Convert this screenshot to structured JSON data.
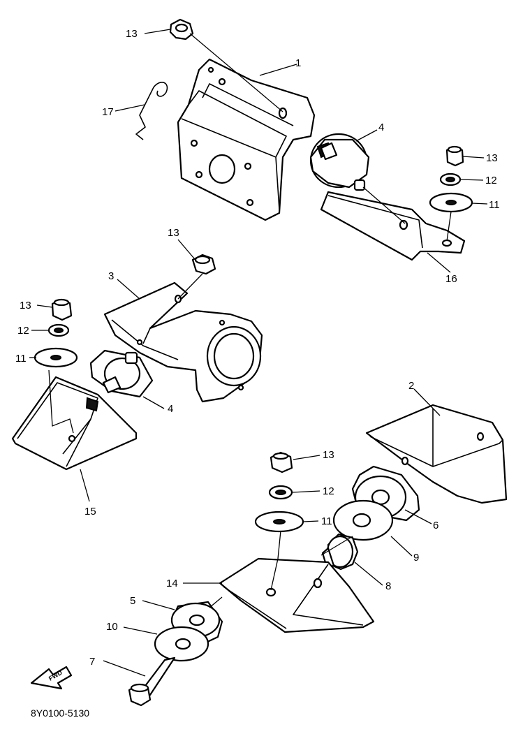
{
  "diagram": {
    "labels": {
      "p1": "1",
      "p2": "2",
      "p3": "3",
      "p4a": "4",
      "p4b": "4",
      "p5": "5",
      "p6": "6",
      "p7": "7",
      "p8": "8",
      "p9": "9",
      "p10": "10",
      "p11a": "11",
      "p11b": "11",
      "p11c": "11",
      "p12a": "12",
      "p12b": "12",
      "p12c": "12",
      "p13a": "13",
      "p13b": "13",
      "p13c": "13",
      "p13d": "13",
      "p13e": "13",
      "p14": "14",
      "p15": "15",
      "p16": "16",
      "p17": "17"
    },
    "fwd_text": "FWD",
    "drawing_code": "8Y0100-5130"
  }
}
